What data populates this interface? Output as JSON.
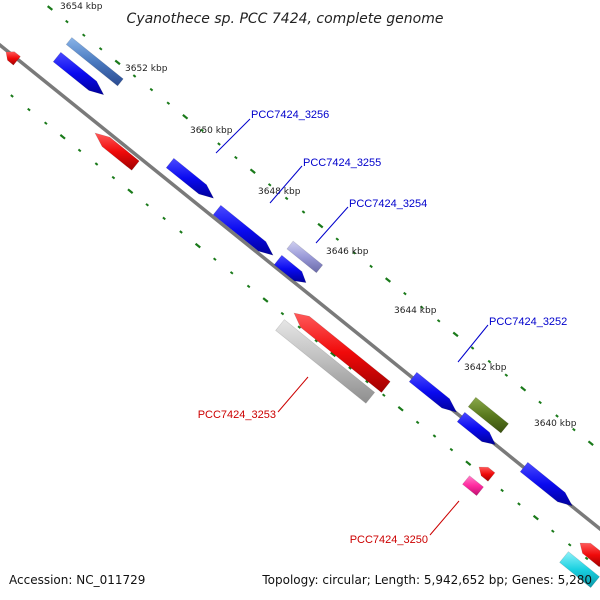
{
  "title": "Cyanothece sp. PCC 7424, complete genome",
  "ticks": [
    {
      "label": "3654 kbp"
    },
    {
      "label": "3652 kbp"
    },
    {
      "label": "3650 kbp"
    },
    {
      "label": "3648 kbp"
    },
    {
      "label": "3646 kbp"
    },
    {
      "label": "3644 kbp"
    },
    {
      "label": "3642 kbp"
    },
    {
      "label": "3640 kbp"
    }
  ],
  "gene_labels": [
    {
      "text": "PCC7424_3256",
      "color": "#0000cc"
    },
    {
      "text": "PCC7424_3255",
      "color": "#0000cc"
    },
    {
      "text": "PCC7424_3254",
      "color": "#0000cc"
    },
    {
      "text": "PCC7424_3252",
      "color": "#0000cc"
    },
    {
      "text": "PCC7424_3253",
      "color": "#cc0000"
    },
    {
      "text": "PCC7424_3250",
      "color": "#cc0000"
    }
  ],
  "colors": {
    "backbone": "#7a7a7a",
    "tick": "#1a7a1a",
    "forward_gene": "#0a0af0",
    "reverse_gene": "#f00a0a",
    "pseudo_gene": "#bdbdbd",
    "rna_gene": "#5a7a1e",
    "misc_feature": "#ff2aa0",
    "repeat_region": "#19d0e0"
  },
  "footer": {
    "accession": "Accession: NC_011729",
    "topology": "Topology: circular; Length: 5,942,652 bp; Genes: 5,280"
  }
}
